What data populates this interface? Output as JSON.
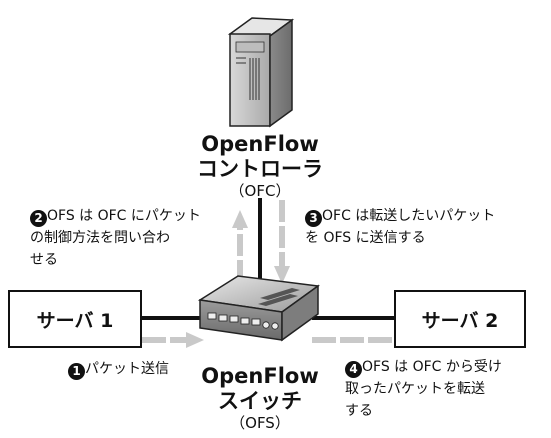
{
  "controller": {
    "name_line1": "OpenFlow",
    "name_line2": "コントローラ",
    "abbr": "（OFC）"
  },
  "switch": {
    "name_line1": "OpenFlow",
    "name_line2": "スイッチ",
    "abbr": "（OFS）"
  },
  "servers": {
    "server1": "サーバ 1",
    "server2": "サーバ 2"
  },
  "steps": [
    {
      "badge": "2",
      "lines": [
        "OFS は OFC にパケット",
        "の制御方法を問い合わ",
        "せる"
      ]
    },
    {
      "badge": "3",
      "lines": [
        "OFC は転送したいパケット",
        "を OFS に送信する"
      ]
    },
    {
      "badge": "1",
      "lines": [
        "パケット送信"
      ]
    },
    {
      "badge": "4",
      "lines": [
        "OFS は OFC から受け",
        "取ったパケットを転送",
        "する"
      ]
    }
  ],
  "icons": {
    "controller": "server-tower-icon",
    "switch": "network-switch-icon"
  },
  "colors": {
    "arrow": "#c9c9c9",
    "line": "#111111"
  }
}
